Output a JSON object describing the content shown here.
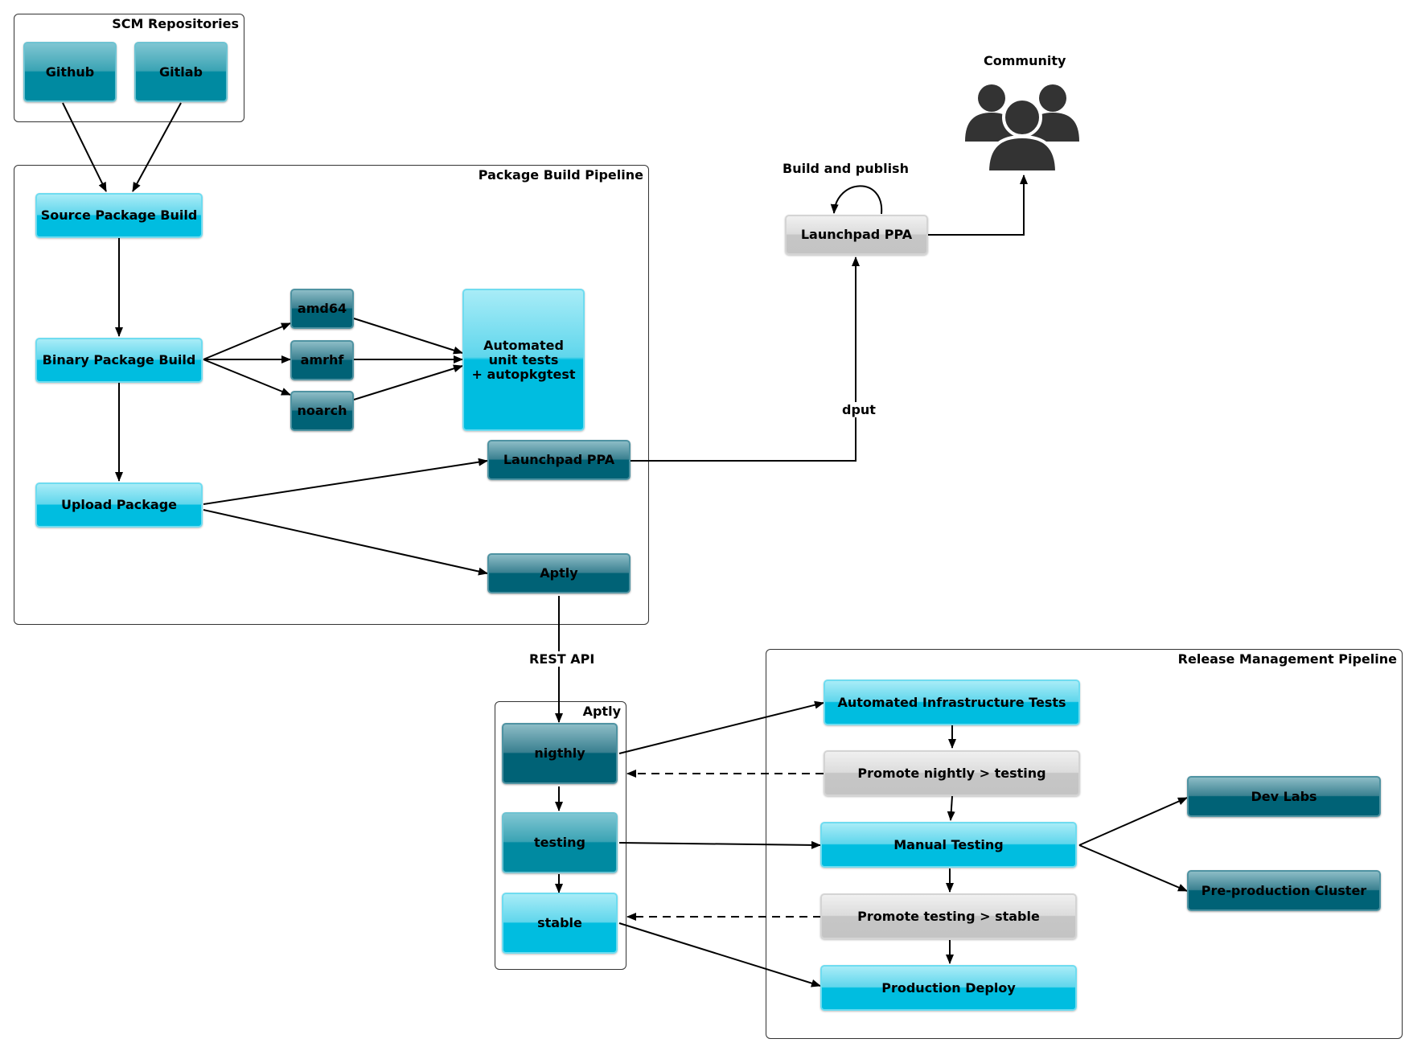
{
  "groups": {
    "scm": "SCM Repositories",
    "build": "Package Build Pipeline",
    "aptly": "Aptly",
    "release": "Release Management Pipeline"
  },
  "nodes": {
    "github": "Github",
    "gitlab": "Gitlab",
    "source_build": "Source Package Build",
    "binary_build": "Binary Package Build",
    "upload": "Upload Package",
    "amd64": "amd64",
    "armhf": "amrhf",
    "noarch": "noarch",
    "unit_tests": "Automated\nunit tests\n+ autopkgtest",
    "launchpad_internal": "Launchpad PPA",
    "aptly_internal": "Aptly",
    "launchpad_public": "Launchpad PPA",
    "nightly": "nigthly",
    "testing": "testing",
    "stable": "stable",
    "infra_tests": "Automated Infrastructure Tests",
    "promote_nightly": "Promote nightly > testing",
    "manual_testing": "Manual Testing",
    "promote_testing": "Promote testing > stable",
    "production_deploy": "Production Deploy",
    "dev_labs": "Dev Labs",
    "preprod": "Pre-production Cluster"
  },
  "labels": {
    "community": "Community",
    "build_publish": "Build and publish",
    "dput": "dput",
    "rest_api": "REST API"
  },
  "icons": {
    "community": "community-people-icon"
  },
  "colors": {
    "cyan": "#00bde0",
    "teal": "#008aa1",
    "dark_teal": "#006276",
    "gray": "#c4c4c4"
  }
}
